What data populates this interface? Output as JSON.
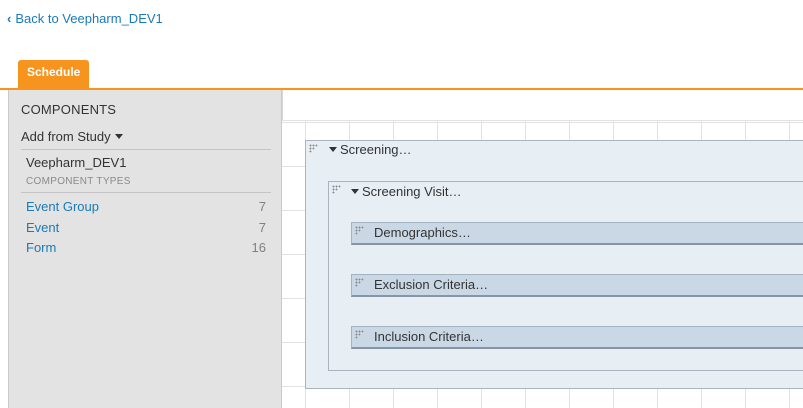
{
  "nav": {
    "back_label": "Back to Veepharm_DEV1"
  },
  "tabs": [
    {
      "label": "Schedule"
    }
  ],
  "sidebar": {
    "title": "COMPONENTS",
    "add_label": "Add from Study",
    "study_name": "Veepharm_DEV1",
    "types_header": "COMPONENT TYPES",
    "items": [
      {
        "label": "Event Group",
        "count": "7"
      },
      {
        "label": "Event",
        "count": "7"
      },
      {
        "label": "Form",
        "count": "16"
      }
    ]
  },
  "schedule": {
    "event_group": "Screening…",
    "event": "Screening Visit…",
    "forms": [
      {
        "label": "Demographics…"
      },
      {
        "label": "Exclusion Criteria…"
      },
      {
        "label": "Inclusion Criteria…"
      }
    ]
  },
  "colors": {
    "accent": "#f7941d",
    "link": "#1a7ab8",
    "panel_bg": "#e3e3e3",
    "group_bg": "#e7eef4",
    "form_bg": "#cad8e5"
  }
}
